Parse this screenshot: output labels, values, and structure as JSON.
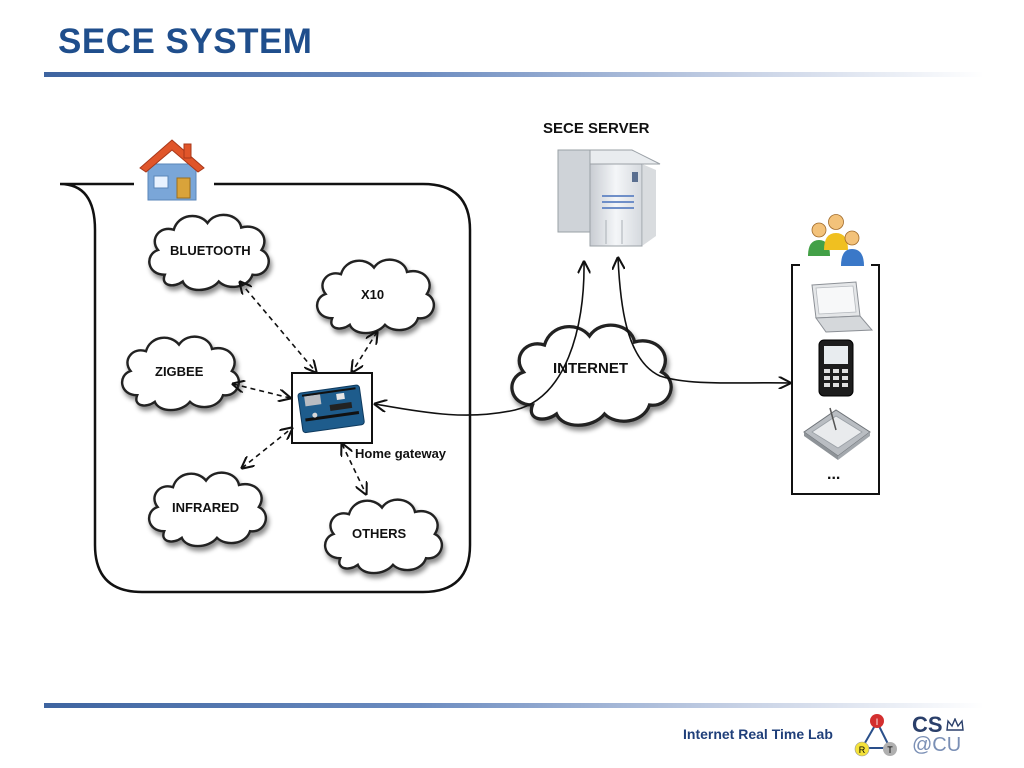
{
  "header": {
    "title": "SECE SYSTEM"
  },
  "diagram": {
    "server_label": "SECE SERVER",
    "internet_label": "INTERNET",
    "gateway_label": "Home gateway",
    "clouds": {
      "bluetooth": "BLUETOOTH",
      "x10": "X10",
      "zigbee": "ZIGBEE",
      "infrared": "INFRARED",
      "others": "OTHERS"
    },
    "devices_more": "..."
  },
  "footer": {
    "lab_name": "Internet Real Time Lab",
    "logo_letters": {
      "i": "I",
      "r": "R",
      "t": "T"
    },
    "cs_logo": {
      "top": "CS",
      "bottom": "@CU"
    }
  },
  "colors": {
    "title": "#1f4e8c",
    "rule": "#3e64a0",
    "footer": "#1f3f7a"
  }
}
